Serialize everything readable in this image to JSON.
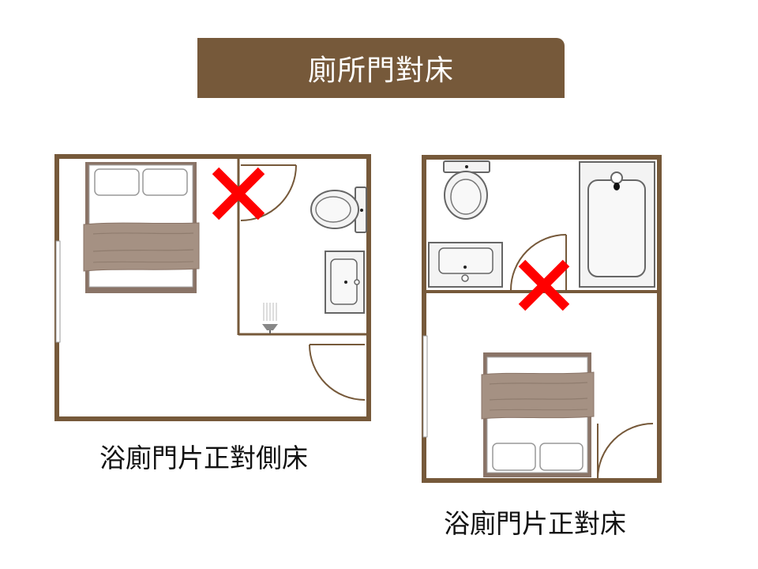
{
  "title": "廁所門對床",
  "captions": {
    "left": "浴廁門片正對側床",
    "right": "浴廁門片正對床"
  },
  "colors": {
    "banner": "#76593a",
    "wall": "#76593a",
    "blanket": "#a59183",
    "bed_frame": "#8a7467",
    "cross": "#ff0000",
    "fixture_stroke": "#666666",
    "fixture_fill": "#f3f3f3"
  },
  "markers": {
    "left": "cross-mark",
    "right": "cross-mark"
  }
}
